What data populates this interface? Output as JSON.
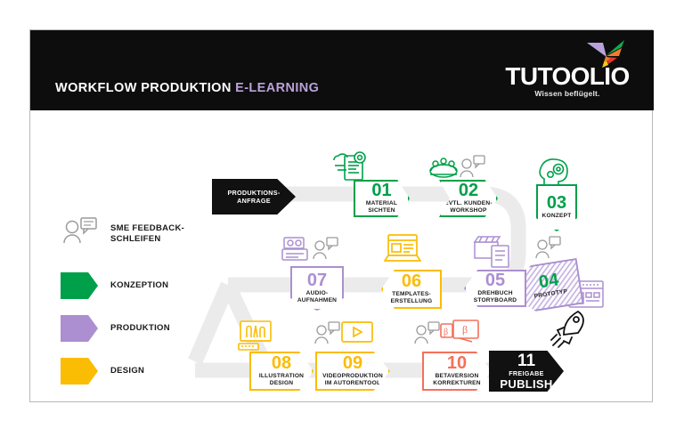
{
  "header": {
    "title_main": "WORKFLOW PRODUKTION ",
    "title_accent": "E-LEARNING",
    "logo_word": "TUTOOLIO",
    "logo_tagline": "Wissen beflügelt.",
    "logo_mark_icon": "butterfly-logo-icon",
    "bg_color": "#0d0d0d",
    "accent_color": "#b9a2da"
  },
  "legend": {
    "items": [
      {
        "label": "SME FEEDBACK-\nSCHLEIFEN",
        "icon": "sme-feedback-icon",
        "type": "icon",
        "color": "#9a9a9a"
      },
      {
        "label": "KONZEPTION",
        "type": "swatch",
        "color": "#00a04a"
      },
      {
        "label": "PRODUKTION",
        "type": "swatch",
        "color": "#ab8fd0"
      },
      {
        "label": "DESIGN",
        "type": "swatch",
        "color": "#fbbc04"
      }
    ]
  },
  "flow": {
    "start": {
      "label": "PRODUKTIONS-\nANFRAGE",
      "color": "#111111"
    },
    "end": {
      "number": "11",
      "label": "FREIGABE",
      "emphasis": "PUBLISH",
      "color": "#111111",
      "icon": "rocket-icon"
    },
    "steps": [
      {
        "number": "01",
        "label": "MATERIAL\nSICHTEN",
        "color": "#00a04a",
        "icon": "document-gear-icon",
        "sme": false
      },
      {
        "number": "02",
        "label": "EVTL. KUNDEN-\nWORKSHOP",
        "color": "#00a04a",
        "icon": "workshop-table-icon",
        "sme": true
      },
      {
        "number": "03",
        "label": "KONZEPT",
        "color": "#00a04a",
        "icon": "head-gears-icon",
        "sme": true
      },
      {
        "number": "04",
        "label": "PROTOTYP",
        "color": "#00a04a",
        "border_color": "#ab8fd0",
        "icon": "browser-wireframe-icon",
        "sme": true,
        "hatched": true
      },
      {
        "number": "05",
        "label": "DREHBUCH\nSTORYBOARD",
        "color": "#ab8fd0",
        "icon": "clapperboard-script-icon",
        "sme": false
      },
      {
        "number": "06",
        "label": "TEMPLATES-\nERSTELLUNG",
        "color": "#fbbc04",
        "icon": "laptop-template-icon",
        "sme": false
      },
      {
        "number": "07",
        "label": "AUDIO-\nAUFNAHMEN",
        "color": "#ab8fd0",
        "icon": "audio-recorder-icon",
        "sme": true
      },
      {
        "number": "08",
        "label": "ILLUSTRATION\nDESIGN",
        "color": "#fbbc04",
        "icon": "monitor-drawing-tools-icon",
        "sme": false
      },
      {
        "number": "09",
        "label": "VIDEOPRODUKTION\nIM AUTORENTOOL",
        "color": "#fbbc04",
        "icon": "video-play-icon",
        "sme": true
      },
      {
        "number": "10",
        "label": "BETAVERSION\nKORREKTUREN",
        "color": "#f4705a",
        "icon": "beta-monitor-icon",
        "sme": true
      }
    ]
  },
  "colors": {
    "ribbon": "#ebebeb",
    "canvas_border": "#b9b9b9",
    "sme_gray": "#9a9a9a"
  }
}
